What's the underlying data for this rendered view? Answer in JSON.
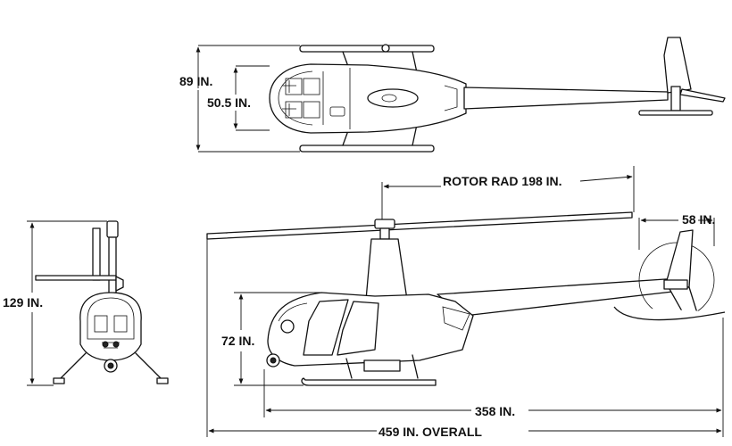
{
  "dimensions": {
    "top_width": "89 IN.",
    "top_skid_width": "50.5 IN.",
    "rotor_radius": "ROTOR RAD 198 IN.",
    "tail_rotor_diameter": "58 IN.",
    "front_height": "129 IN.",
    "cabin_height": "72 IN.",
    "fuselage_length": "358 IN.",
    "overall_length": "459 IN. OVERALL"
  }
}
